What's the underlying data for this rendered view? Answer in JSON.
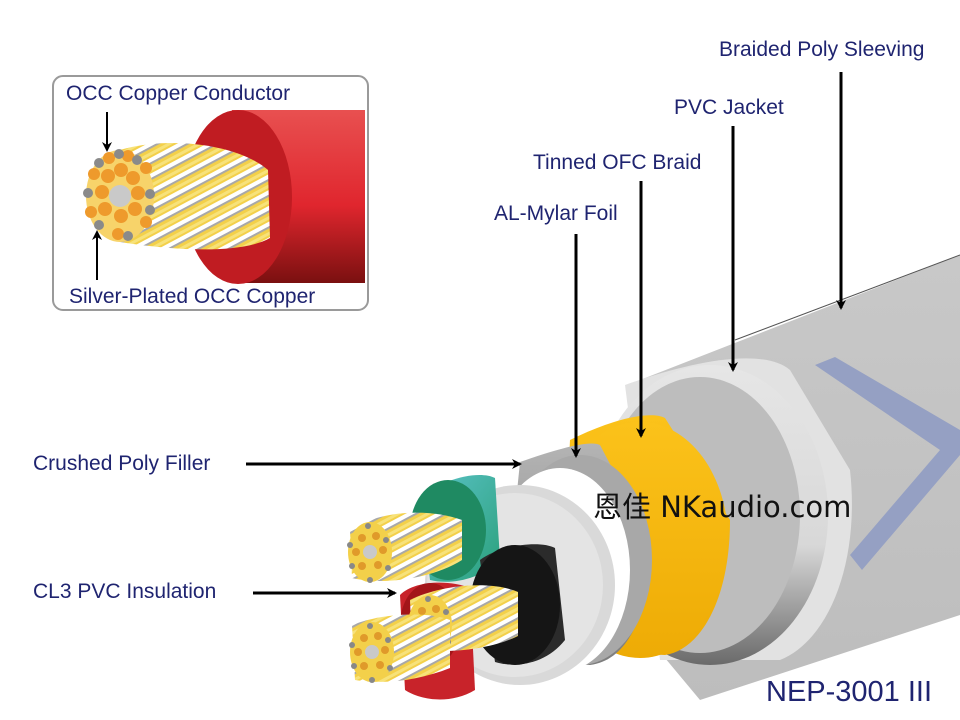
{
  "diagram": {
    "title": "NEP-3001 III",
    "watermark": "恩佳 NKaudio.com",
    "inset": {
      "labels": {
        "top": "OCC Copper Conductor",
        "bottom": "Silver-Plated OCC Copper"
      }
    },
    "callouts": {
      "braided_poly_sleeving": "Braided Poly Sleeving",
      "pvc_jacket": "PVC Jacket",
      "tinned_ofc_braid": "Tinned OFC Braid",
      "al_mylar_foil": "AL-Mylar Foil",
      "crushed_poly_filler": "Crushed Poly Filler",
      "cl3_pvc_insulation": "CL3 PVC Insulation"
    },
    "colors": {
      "label_text": "#1f2470",
      "sleeving": "#c4c4c4",
      "sleeving_stripe": "#95a0c3",
      "jacket": "#e2e2e2",
      "braid": "#f7b90f",
      "foil": "#a9a9a9",
      "filler": "#ffffff",
      "insulation_green": "#2d9d7c",
      "insulation_black": "#1d1d1d",
      "insulation_red": "#c8232a",
      "copper": "#e8a032",
      "silver": "#8a8a8a"
    }
  }
}
